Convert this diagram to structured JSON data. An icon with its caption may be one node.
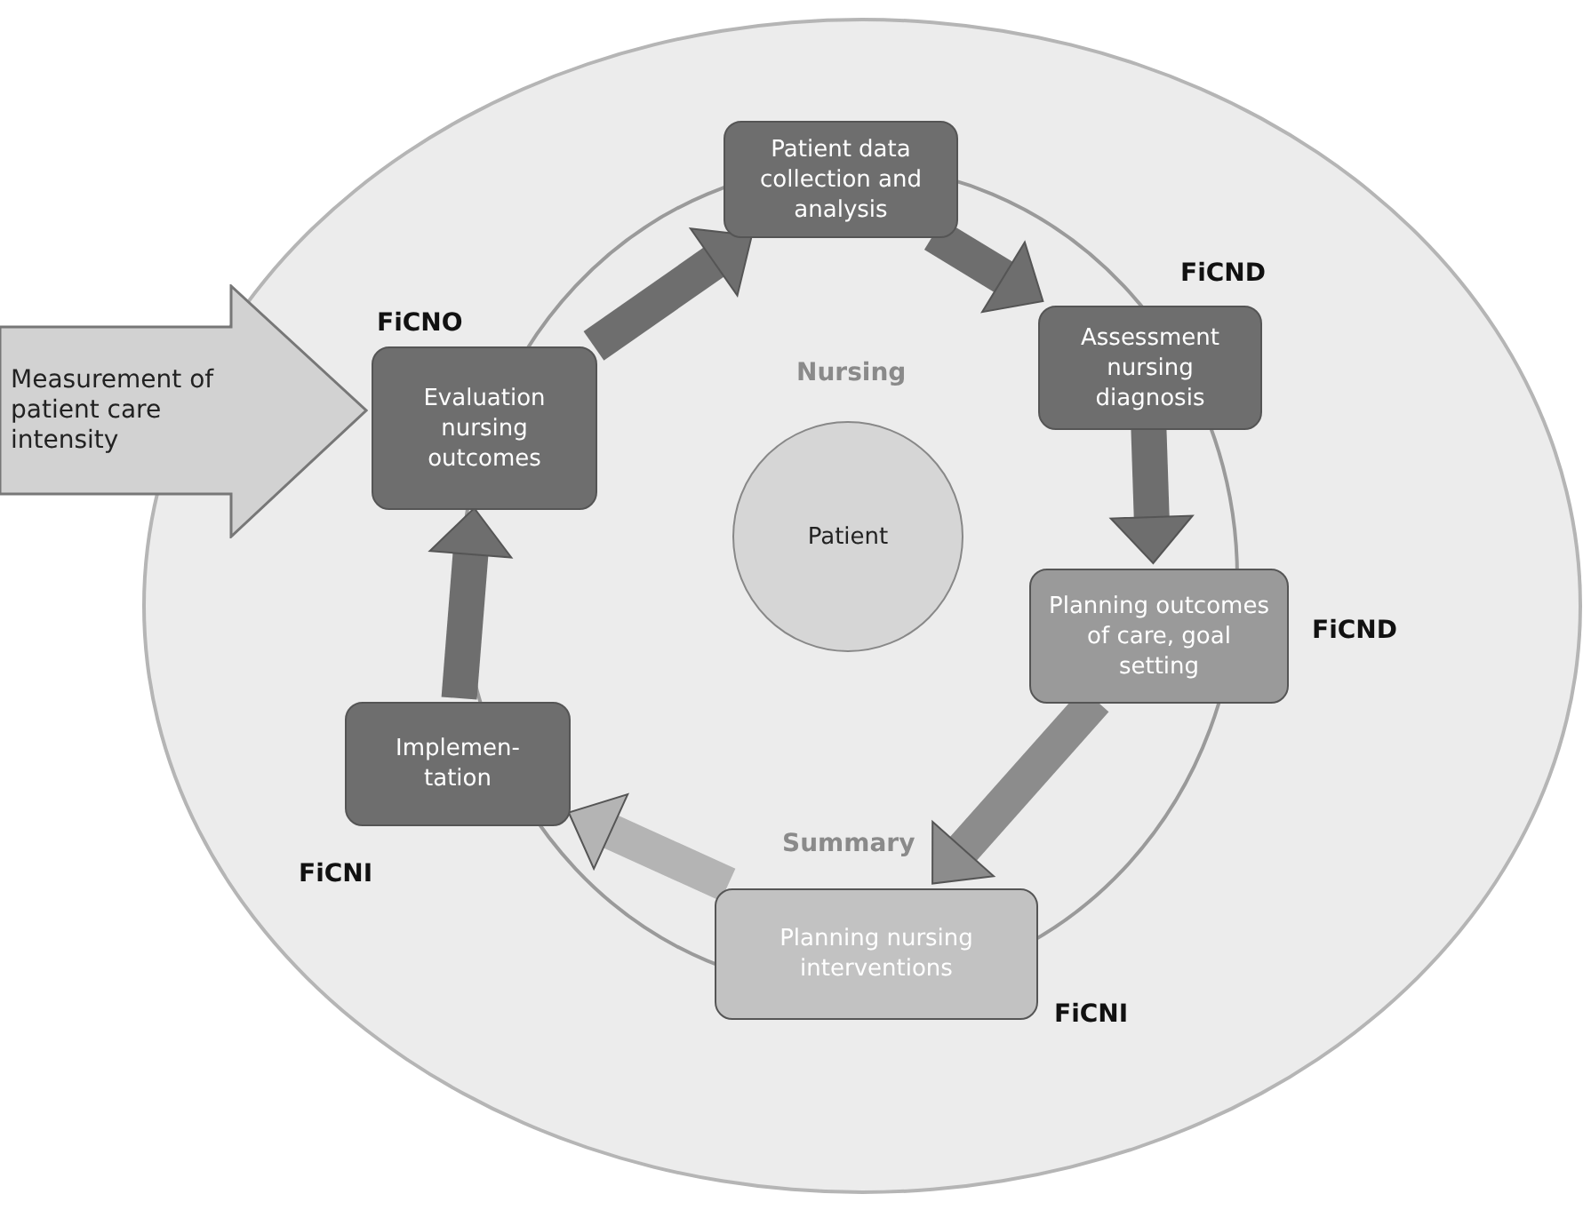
{
  "diagram": {
    "nodes": [
      {
        "text": [],
        "shape": "ellipse"
      },
      {
        "text": [
          "Patient data collection and analysis"
        ],
        "in": 0
      },
      {
        "text": [
          "Assessment nursing diagnosis"
        ],
        "in": 0,
        "beside": [
          "FiCND"
        ]
      },
      {
        "text": [
          "Planning outcomes of care, goal setting"
        ],
        "in": 0,
        "beside": [
          "FiCND"
        ]
      },
      {
        "text": [
          "Planning nursing interventions"
        ],
        "in": 0,
        "beside": [
          "FiCNI"
        ]
      },
      {
        "text": [
          "Implemen- tation"
        ],
        "in": 0,
        "beside": [
          "FiCNI"
        ]
      },
      {
        "text": [
          "Evaluation nursing outcomes"
        ],
        "in": 0,
        "beside": [
          "FiCNO"
        ]
      },
      {
        "text": [
          "Patient"
        ],
        "in": 0
      },
      {
        "text": [
          "Measurement of patient care intensity"
        ]
      }
    ],
    "edges": [
      {
        "from": 1,
        "to": 2,
        "arrow": "to"
      },
      {
        "from": 2,
        "to": 3,
        "arrow": "to"
      },
      {
        "from": 3,
        "to": 4,
        "arrow": "to",
        "color": "#8c8c8c"
      },
      {
        "from": 4,
        "to": 5,
        "arrow": "to",
        "color": "#b4b4b4"
      },
      {
        "from": 5,
        "to": 6,
        "arrow": "to"
      },
      {
        "from": 6,
        "to": 1,
        "arrow": "to"
      }
    ],
    "labels": [
      "Nursing",
      "Summary"
    ]
  }
}
